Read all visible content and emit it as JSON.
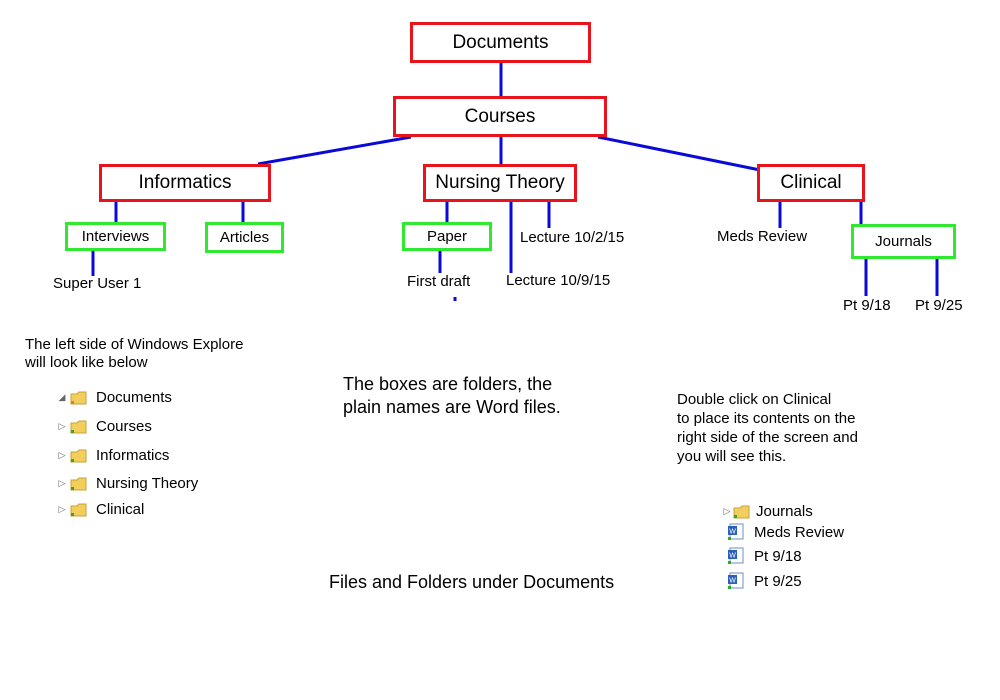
{
  "colors": {
    "folder_border": "#e8141c",
    "subfolder_border": "#2fe82f",
    "connector": "#0a0ad8"
  },
  "diagram": {
    "documents": "Documents",
    "courses": "Courses",
    "informatics": "Informatics",
    "nursing_theory": "Nursing Theory",
    "clinical": "Clinical",
    "interviews": "Interviews",
    "articles": "Articles",
    "paper": "Paper",
    "journals": "Journals",
    "super_user": "Super User 1",
    "first_draft": "First draft",
    "lecture_1": "Lecture 10/2/15",
    "lecture_2": "Lecture 10/9/15",
    "meds_review": "Meds Review",
    "pt_1": "Pt 9/18",
    "pt_2": "Pt 9/25"
  },
  "notes": {
    "left_line1": "The left side of Windows Explore",
    "left_line2": "will look like below",
    "center_line1": "The boxes are folders, the",
    "center_line2": "plain names are Word files.",
    "right_line1": "Double click on Clinical",
    "right_line2": "to place its contents on the",
    "right_line3": "right side of the screen and",
    "right_line4": "you will see this.",
    "caption": "Files and Folders under Documents"
  },
  "left_tree": [
    {
      "label": "Documents",
      "expanded": true,
      "icon": "folder-icon"
    },
    {
      "label": "Courses",
      "expanded": false,
      "icon": "folder-icon"
    },
    {
      "label": "Informatics",
      "expanded": false,
      "icon": "folder-icon"
    },
    {
      "label": "Nursing Theory",
      "expanded": false,
      "icon": "folder-icon"
    },
    {
      "label": "Clinical",
      "expanded": false,
      "icon": "folder-icon"
    }
  ],
  "right_list": [
    {
      "label": "Journals",
      "icon": "folder-icon"
    },
    {
      "label": "Meds Review",
      "icon": "word-doc-icon"
    },
    {
      "label": "Pt 9/18",
      "icon": "word-doc-icon"
    },
    {
      "label": "Pt 9/25",
      "icon": "word-doc-icon"
    }
  ]
}
